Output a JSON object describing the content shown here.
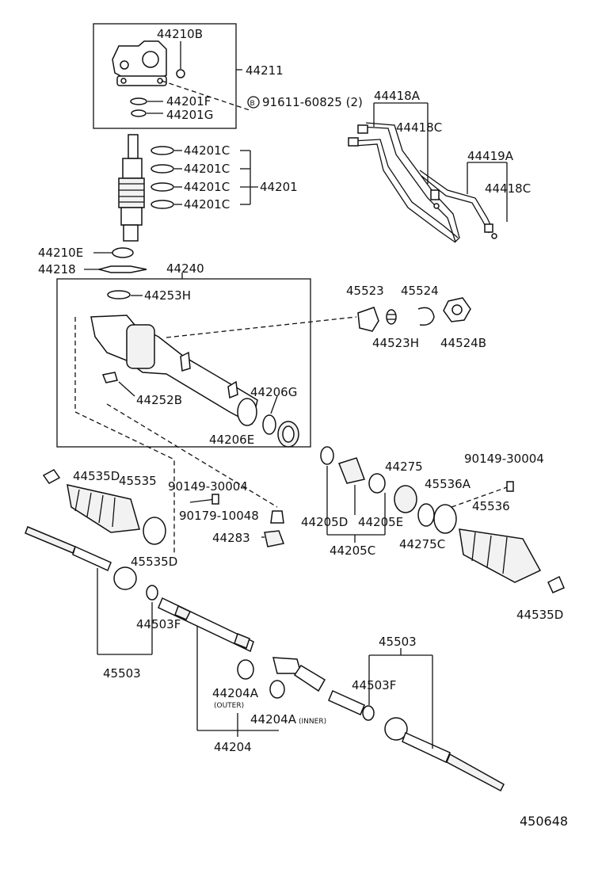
{
  "diagram_code": "450648",
  "labels": {
    "l44210B": "44210B",
    "l44211": "44211",
    "l44201F": "44201F",
    "l44201G": "44201G",
    "l91611": "91611-60825 (2)",
    "l91611_mark": "B",
    "l44201C_1": "44201C",
    "l44201C_2": "44201C",
    "l44201C_3": "44201C",
    "l44201C_4": "44201C",
    "l44201": "44201",
    "l44210E": "44210E",
    "l44218": "44218",
    "l44240": "44240",
    "l44253H": "44253H",
    "l44252B": "44252B",
    "l44206G": "44206G",
    "l44206E": "44206E",
    "l44418A": "44418A",
    "l44418C_1": "44418C",
    "l44419A": "44419A",
    "l44418C_2": "44418C",
    "l45523": "45523",
    "l45524": "45524",
    "l44523H": "44523H",
    "l44524B": "44524B",
    "l44535D_1": "44535D",
    "l45535": "45535",
    "l90149_1": "90149-30004",
    "l90179": "90179-10048",
    "l44283": "44283",
    "l45535D": "45535D",
    "l44275": "44275",
    "l90149_2": "90149-30004",
    "l45536A": "45536A",
    "l44205D": "44205D",
    "l44205E": "44205E",
    "l44205C": "44205C",
    "l44275C": "44275C",
    "l45536": "45536",
    "l44535D_2": "44535D",
    "l44503F_1": "44503F",
    "l45503_1": "45503",
    "l44503F_2": "44503F",
    "l45503_2": "45503",
    "l44204A_outer": "44204A",
    "l44204A_outer_note": "(OUTER)",
    "l44204A_inner": "44204A",
    "l44204A_inner_note": "(INNER)",
    "l44204": "44204"
  }
}
